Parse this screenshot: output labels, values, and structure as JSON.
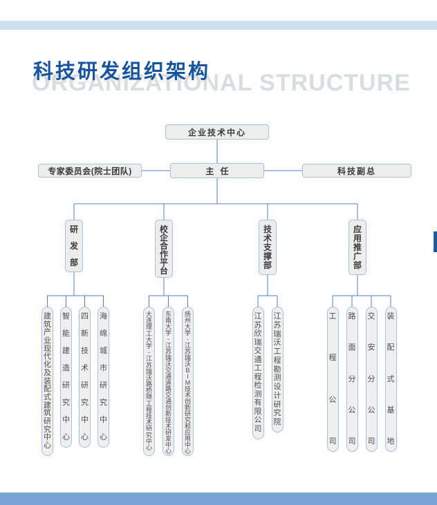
{
  "page": {
    "title": "科技研发组织架构",
    "watermark": "ORGANIZATIONAL STRUCTURE"
  },
  "chart": {
    "root": "企业技术中心",
    "director": "主任",
    "left_advisor": "专家委员会(院士团队)",
    "right_advisor": "科技副总",
    "departments": [
      {
        "name": "研发部",
        "children": [
          "建筑产业现代化及装配式建筑研究中心",
          "智能建造研究中心",
          "四新技术研究中心",
          "海绵城市研究中心"
        ]
      },
      {
        "name": "校企合作平台",
        "children": [
          "大连理工大学-江苏瑞沃路桥隧工程技术研究中心",
          "东南大学-江苏瑞沃交通道路交通创新技术研发中心",
          "扬州大学-江苏瑞沃BIM技术创新研究和应用中心"
        ]
      },
      {
        "name": "技术支撑部",
        "children": [
          "江苏欣瑞交通工程检测有限公司",
          "江苏瑞沃工程勘测设计研究院"
        ]
      },
      {
        "name": "应用推广部",
        "children": [
          "工程公司",
          "路面分公司",
          "交安分公司",
          "装配式基地"
        ]
      }
    ],
    "colors": {
      "title_blue": "#17549e",
      "watermark_gray": "#d9dde1",
      "line_blue": "#4f7fc0",
      "box_fill": "#ededed",
      "box_border": "#a6c0e0",
      "top_band": "#cfdeee",
      "bottom_band": "#7aa3d5",
      "right_accent": "#1d5aa6"
    }
  }
}
